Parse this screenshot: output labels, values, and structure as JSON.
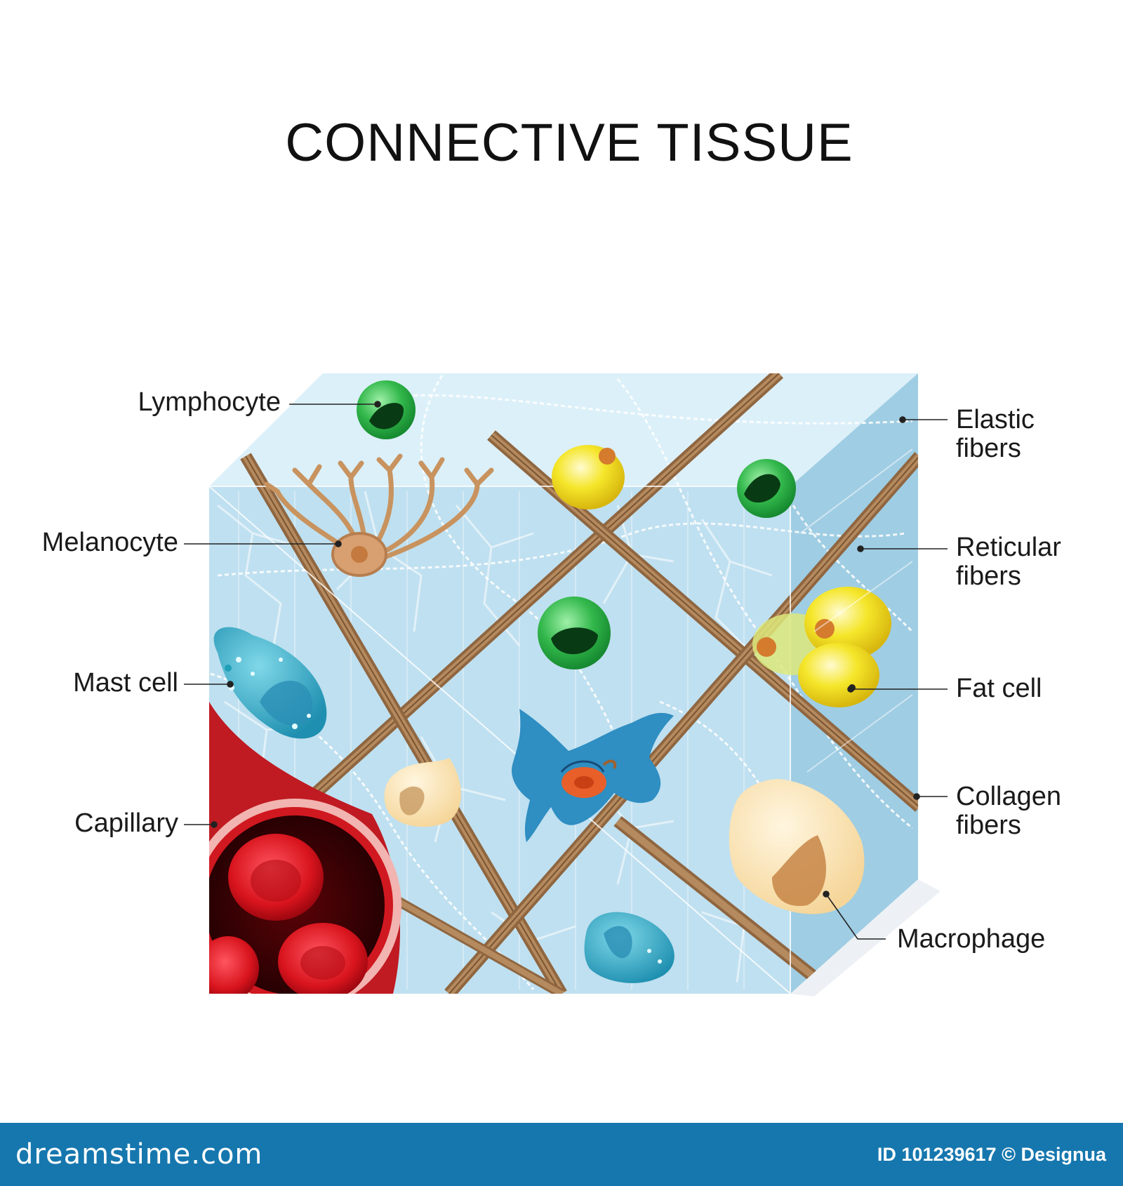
{
  "title": "CONNECTIVE TISSUE",
  "labels": {
    "lymphocyte": "Lymphocyte",
    "melanocyte": "Melanocyte",
    "mast_cell": "Mast cell",
    "capillary": "Capillary",
    "elastic_line1": "Elastic",
    "elastic_line2": "fibers",
    "reticular_line1": "Reticular",
    "reticular_line2": "fibers",
    "fat_cell": "Fat cell",
    "collagen_line1": "Collagen",
    "collagen_line2": "fibers",
    "macrophage": "Macrophage"
  },
  "footer": {
    "brand": "dreamstime.com",
    "credit": "ID 101239617 © Designua"
  },
  "colors": {
    "front_face": "#bfe0f0",
    "top_face": "#dcf0f9",
    "side_face": "#9ccbe2",
    "collagen": "#a57b52",
    "lymphocyte": "#2fb44a",
    "mast_cell": "#2aa6c4",
    "fat_cell": "#f2e21c",
    "capillary": "#c9171d",
    "fibroblast": "#2e8cc0",
    "macrophage": "#fbe4b4",
    "footer_bg": "#1677ae"
  }
}
